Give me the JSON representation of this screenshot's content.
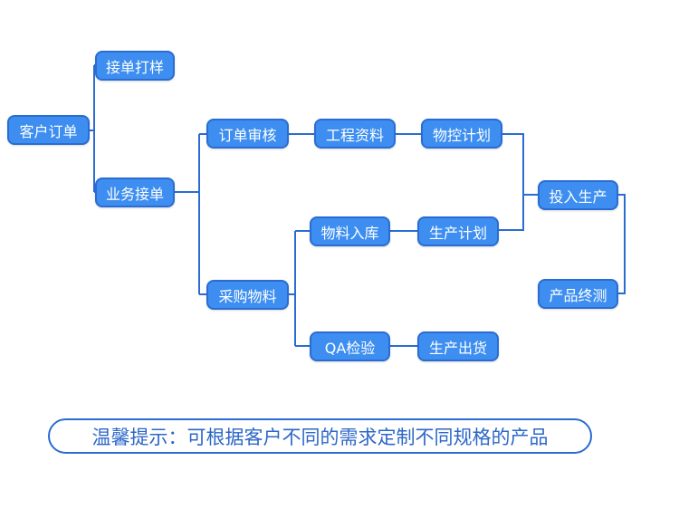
{
  "nodes": {
    "customer_order": "客户订单",
    "sampling": "接单打样",
    "business_order": "业务接单",
    "order_review": "订单审核",
    "engineering_data": "工程资料",
    "material_control_plan": "物控计划",
    "purchase_materials": "采购物料",
    "material_warehousing": "物料入库",
    "production_plan": "生产计划",
    "qa_inspection": "QA检验",
    "shipment": "生产出货",
    "start_production": "投入生产",
    "final_test": "产品终测"
  },
  "tip": "温馨提示：可根据客户不同的需求定制不同规格的产品",
  "colors": {
    "node_fill": "#3d8ef0",
    "line": "#2a6cd2",
    "tip_text": "#2c67c8"
  }
}
